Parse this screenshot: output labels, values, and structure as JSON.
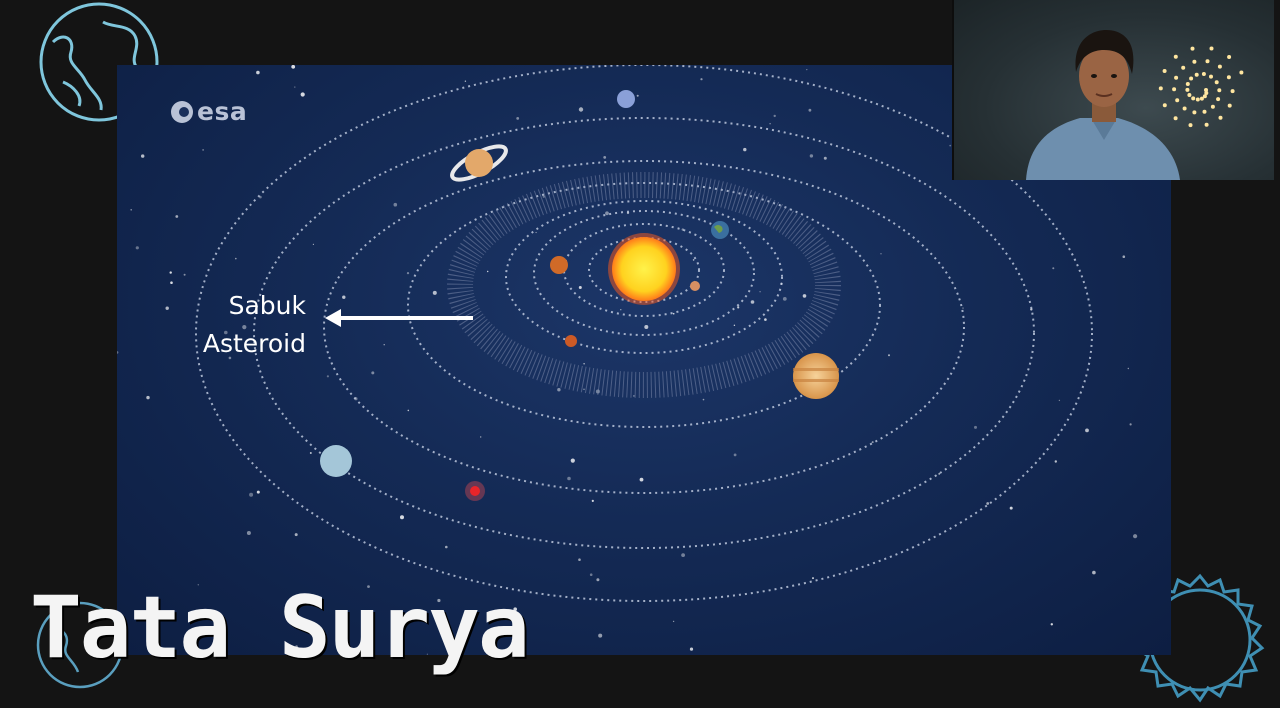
{
  "logo": {
    "text": "esa"
  },
  "annotation": {
    "line1": "Sabuk",
    "line2": "Asteroid"
  },
  "title": "Tata Surya",
  "colors": {
    "background": "#141414",
    "space": "#142a55",
    "sun": "#ffd21f",
    "deco_line": "#7fc6dc"
  },
  "icons": {
    "top_left": "globe-icon",
    "bottom_right": "sun-outline-icon",
    "bottom_left": "globe-icon"
  }
}
